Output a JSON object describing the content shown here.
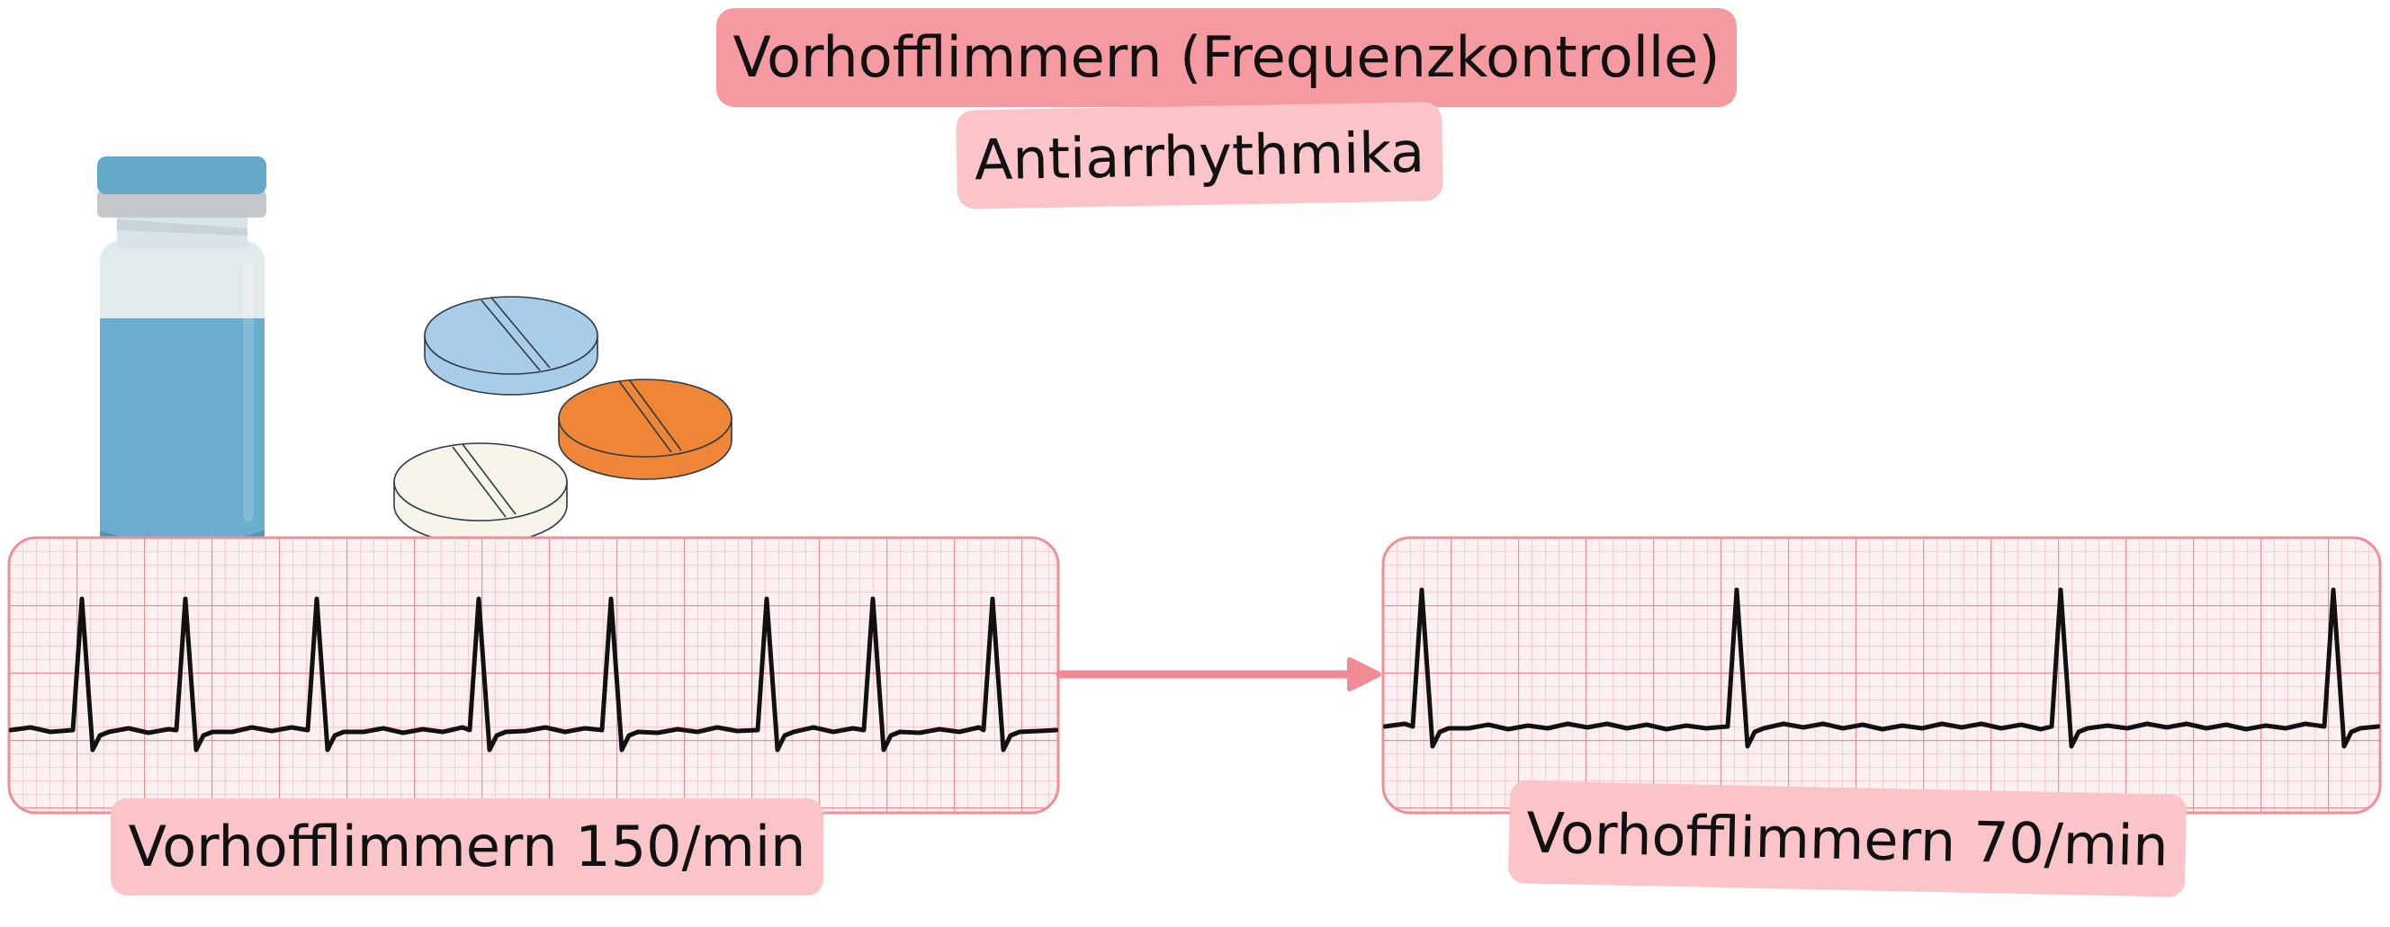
{
  "title": "Vorhofflimmern (Frequenzkontrolle)",
  "subtitle": "Antiarrhythmika",
  "left_label": "Vorhofflimmern 150/min",
  "right_label": "Vorhofflimmern 70/min",
  "colors": {
    "title_bg": "#f59aa0",
    "label_bg": "#fbc4c9",
    "ecg_paper": "#fdf0f1",
    "ecg_grid_minor": "#f6b3b8",
    "ecg_grid_major": "#ee8f96",
    "ecg_trace": "#111111",
    "arrow": "#f28a93",
    "vial_blue": "#6aadcc",
    "vial_cap": "#62a8c8",
    "vial_collar": "#c4c7cb",
    "vial_glass": "#e3eaee",
    "pill_blue": "#a9cde9",
    "pill_orange": "#ef8536",
    "pill_cream": "#f7f5ea"
  },
  "icons": [
    "vial-icon",
    "pill-blue-icon",
    "pill-orange-icon",
    "pill-cream-icon",
    "arrow-right-icon"
  ]
}
